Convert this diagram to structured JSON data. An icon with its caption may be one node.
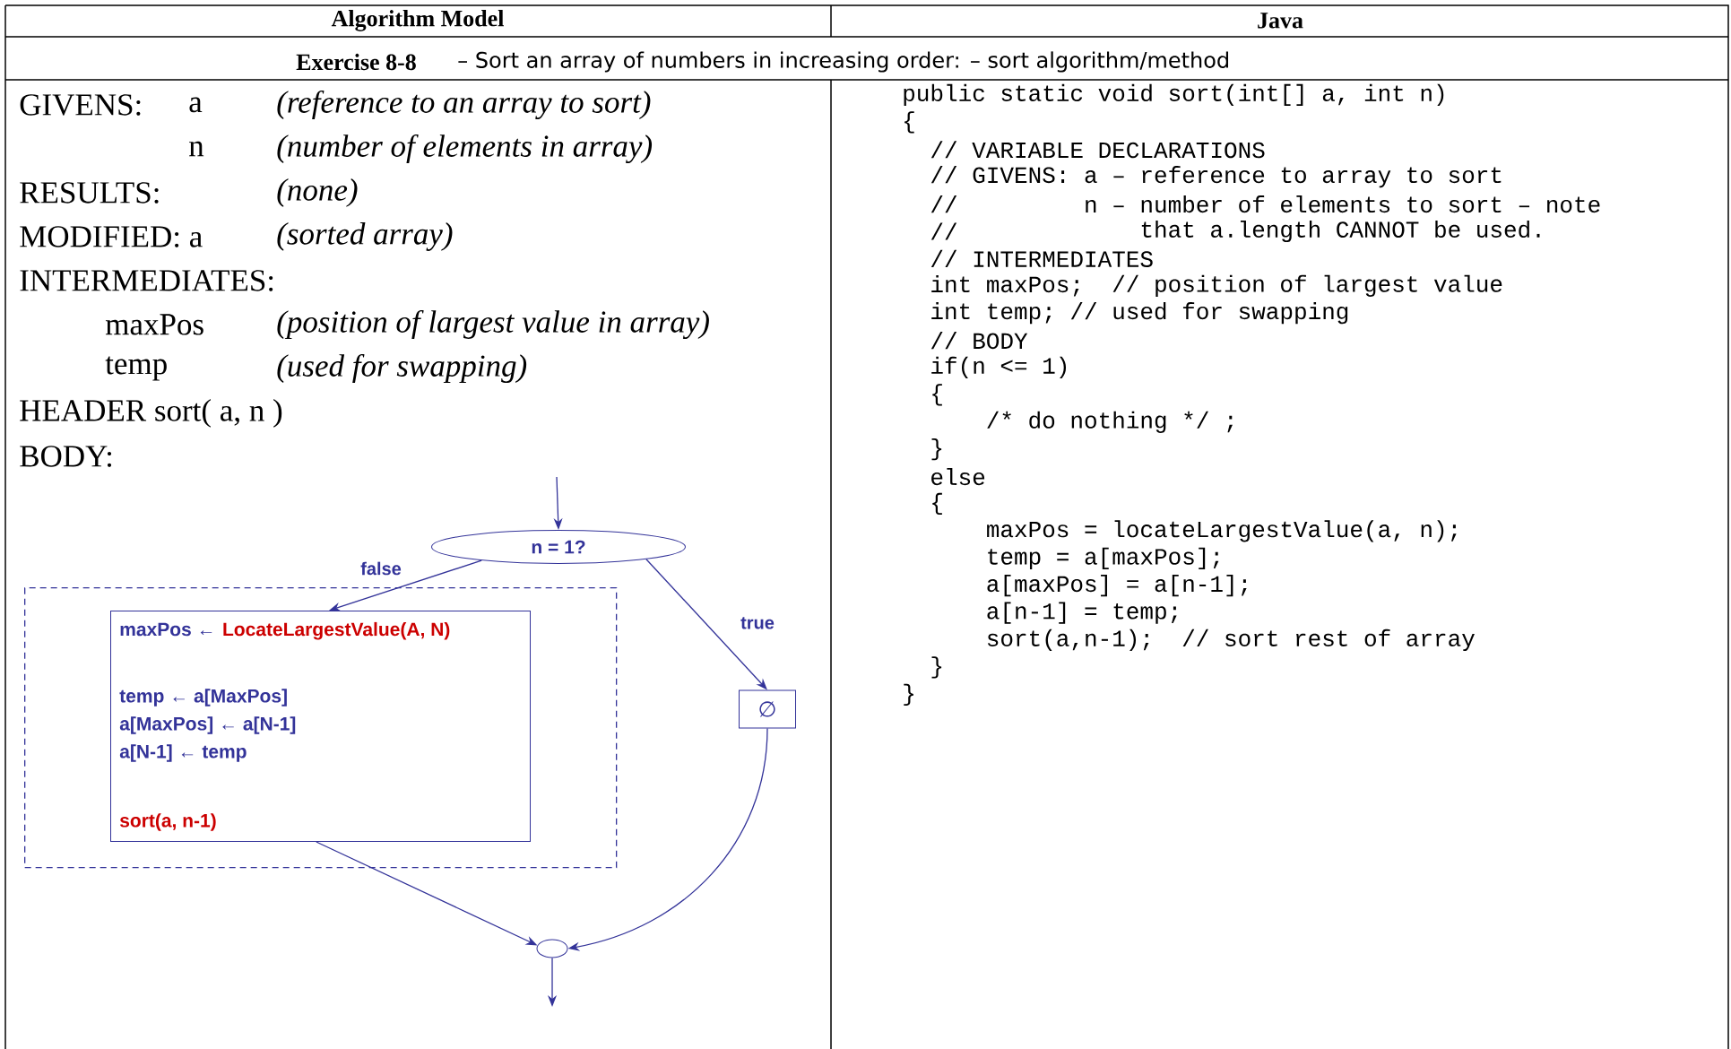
{
  "diagram": {
    "nodes": [
      {
        "text": [],
        "shape": "box"
      },
      {
        "text": [
          "maxPos ←",
          "LocateLargestValue(A, N)",
          "temp ← a[MaxPos]",
          "a[MaxPos] ← a[N-1]",
          "a[N-1] ← temp",
          "sort(a, n-1)"
        ],
        "in": 0
      },
      {
        "text": [
          "n = 1?"
        ]
      },
      {
        "text": [
          "∅"
        ]
      },
      {
        "text": [],
        "shape": "ellipse"
      }
    ],
    "edges": [
      {
        "from": null,
        "to": 2,
        "arrow": "to"
      },
      {
        "from": 2,
        "to": 1,
        "arrow": "to",
        "label": "false"
      },
      {
        "from": 2,
        "to": 3,
        "arrow": "to",
        "label": "true"
      },
      {
        "from": 1,
        "to": 4,
        "arrow": "to"
      },
      {
        "from": 3,
        "to": 4,
        "arrow": "to"
      },
      {
        "from": 4,
        "to": null,
        "arrow": "to"
      }
    ],
    "labels": [
      "Algorithm Model",
      "Java",
      "Exercise 8-8",
      "– Sort an array of numbers in increasing order: – sort algorithm/method",
      "GIVENS:",
      "a",
      "(reference to an array to sort)",
      "n",
      "(number of elements in array)",
      "RESULTS:",
      "(none)",
      "MODIFIED: a",
      "(sorted array)",
      "INTERMEDIATES:",
      "maxPos",
      "(position of largest value in array)",
      "temp",
      "(used for swapping)",
      "HEADER sort( a, n )",
      "BODY:",
      "public static void sort(int[] a, int n)",
      "{",
      "// VARIABLE DECLARATIONS",
      "// GIVENS: a – reference to array to sort",
      "//",
      "n – number of elements to sort – note",
      "//",
      "that a.length CANNOT be used.",
      "// INTERMEDIATES",
      "int maxPos;",
      "// position of largest value",
      "int temp; // used for swapping",
      "// BODY",
      "if(n <= 1)",
      "{",
      "/* do nothing */ ;",
      "}",
      "else",
      "{",
      "maxPos = locateLargestValue(a, n);",
      "temp = a[maxPos];",
      "a[maxPos] = a[n-1];",
      "a[n-1] = temp;",
      "sort(a,n-1);",
      "// sort rest of array",
      "}",
      "}"
    ]
  }
}
